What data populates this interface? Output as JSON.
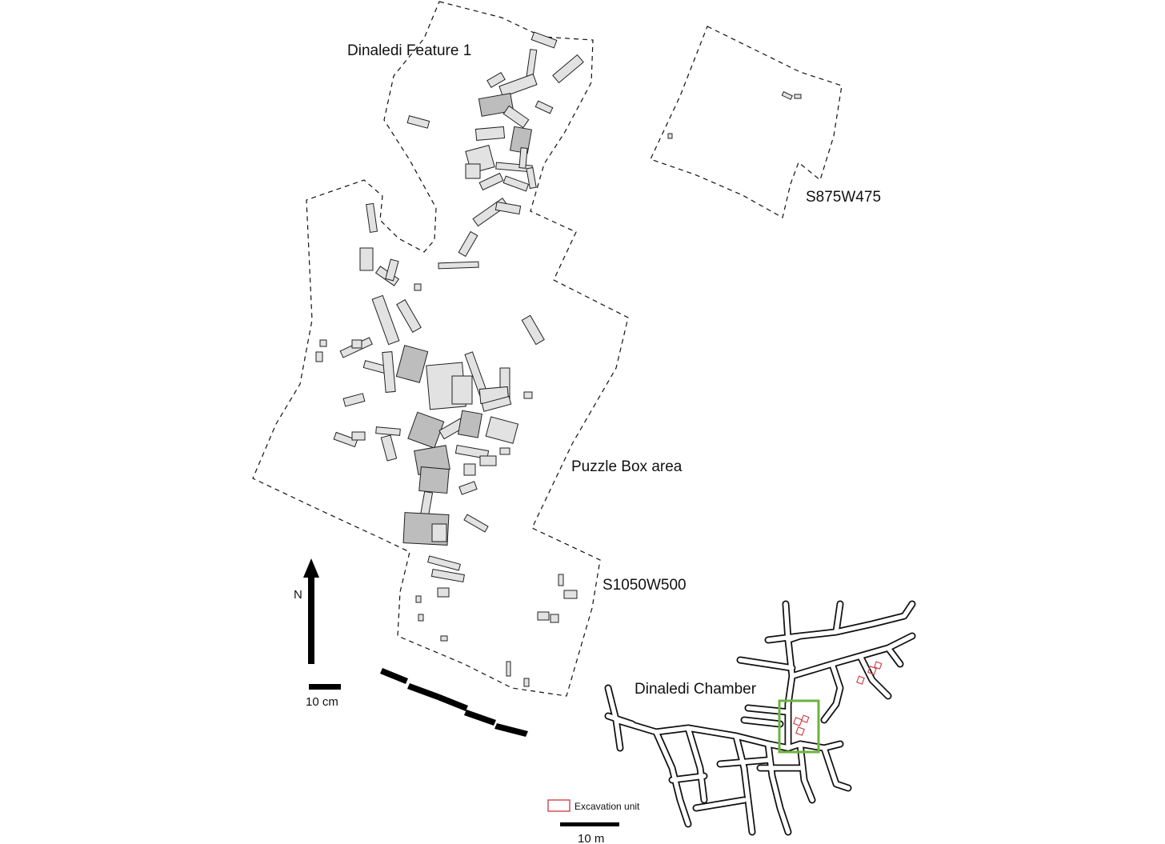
{
  "labels": {
    "feature1": "Dinaledi Feature 1",
    "unit_ne": "S875W475",
    "puzzle_box": "Puzzle Box area",
    "unit_south": "S1050W500",
    "north": "N",
    "scale_small": "10 cm",
    "chamber": "Dinaledi Chamber",
    "legend_excavation": "Excavation unit",
    "scale_large": "10 m"
  },
  "colors": {
    "excavation_unit": "#d0454c",
    "highlight_box": "#6db33f",
    "ink": "#111111",
    "bone_fill": "#e2e2e2"
  }
}
